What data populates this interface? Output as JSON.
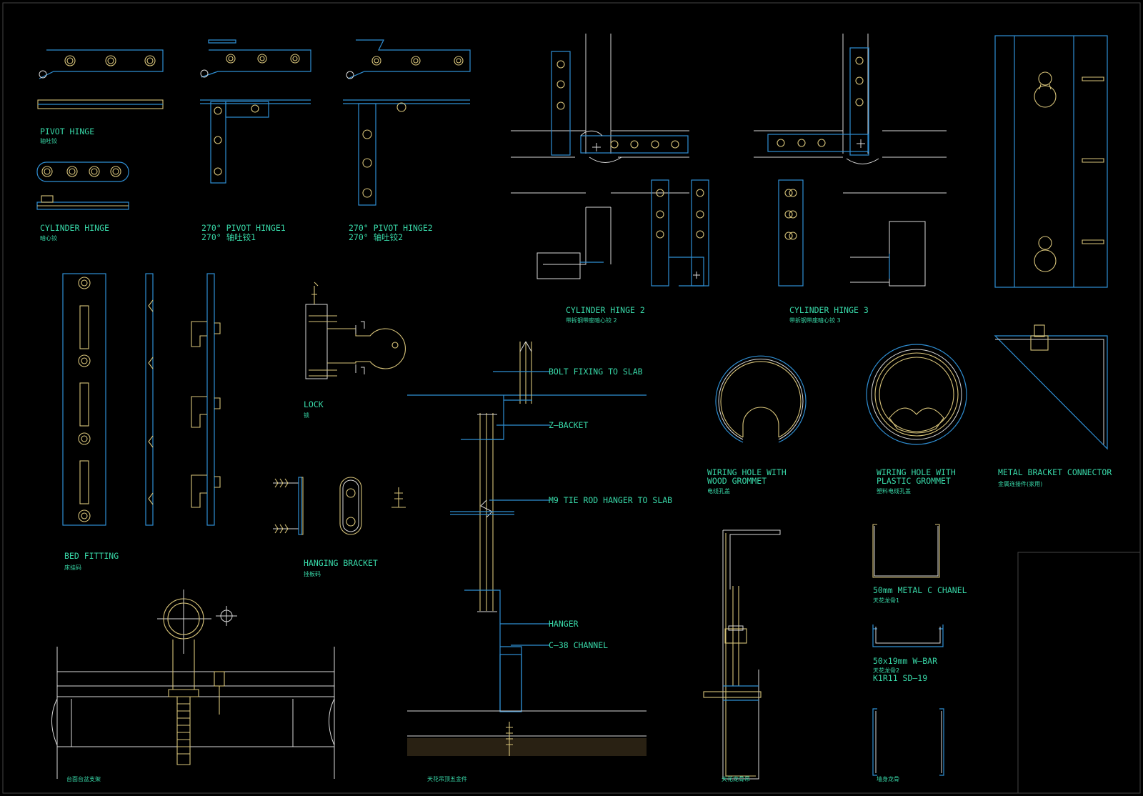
{
  "labels": {
    "pivot_hinge": {
      "en": "PIVOT HINGE",
      "zh": "轴吐铰"
    },
    "cylinder_hinge": {
      "en": "CYLINDER HINGE",
      "zh": "暗心铰"
    },
    "pivot_270_1": {
      "en": "270° PIVOT HINGE1",
      "zh": "270° 轴吐铰1"
    },
    "pivot_270_2": {
      "en": "270° PIVOT HINGE2",
      "zh": "270° 轴吐铰2"
    },
    "cylinder_hinge_2": {
      "en": "CYLINDER HINGE 2",
      "zh": "带拆钢带座暗心铰 2"
    },
    "cylinder_hinge_3": {
      "en": "CYLINDER HINGE 3",
      "zh": "带拆钢带座暗心铰 3"
    },
    "lock": {
      "en": "LOCK",
      "zh": "锁"
    },
    "bed_fitting": {
      "en": "BED FITTING",
      "zh": "床挂码"
    },
    "hanging_bracket": {
      "en": "HANGING BRACKET",
      "zh": "挂板码"
    },
    "bolt_fixing": "BOLT FIXING TO SLAB",
    "z_backet": "Z—BACKET",
    "tie_rod": "M9 TIE ROD HANGER TO SLAB",
    "hanger": "HANGER",
    "c38_channel": "C—38 CHANNEL",
    "wood_grommet": {
      "en1": "WIRING HOLE WITH",
      "en2": "WOOD GROMMET",
      "zh": "电线孔盖"
    },
    "plastic_grommet": {
      "en1": "WIRING HOLE WITH",
      "en2": "PLASTIC GROMMET",
      "zh": "塑料电线孔盖"
    },
    "metal_bracket": {
      "en": "METAL BRACKET CONNECTOR",
      "zh": "金属连接件(家用)"
    },
    "c_chanel": {
      "en": "50mm METAL C CHANEL",
      "zh": "天花龙骨1"
    },
    "w_bar": {
      "en": "50x19mm W—BAR",
      "zh": "天花龙骨2",
      "code": "K1R11 SD—19"
    },
    "bottom_1": "台面台盆支架",
    "bottom_2": "天花吊顶五金件",
    "bottom_3": "天花龙骨吊",
    "bottom_4": "墙身龙骨"
  },
  "colors": {
    "background": "#000000",
    "label": "#38d8a8",
    "outline_blue": "#2f8fd4",
    "outline_yellow": "#d8c47a",
    "outline_white": "#d9d9d9"
  }
}
